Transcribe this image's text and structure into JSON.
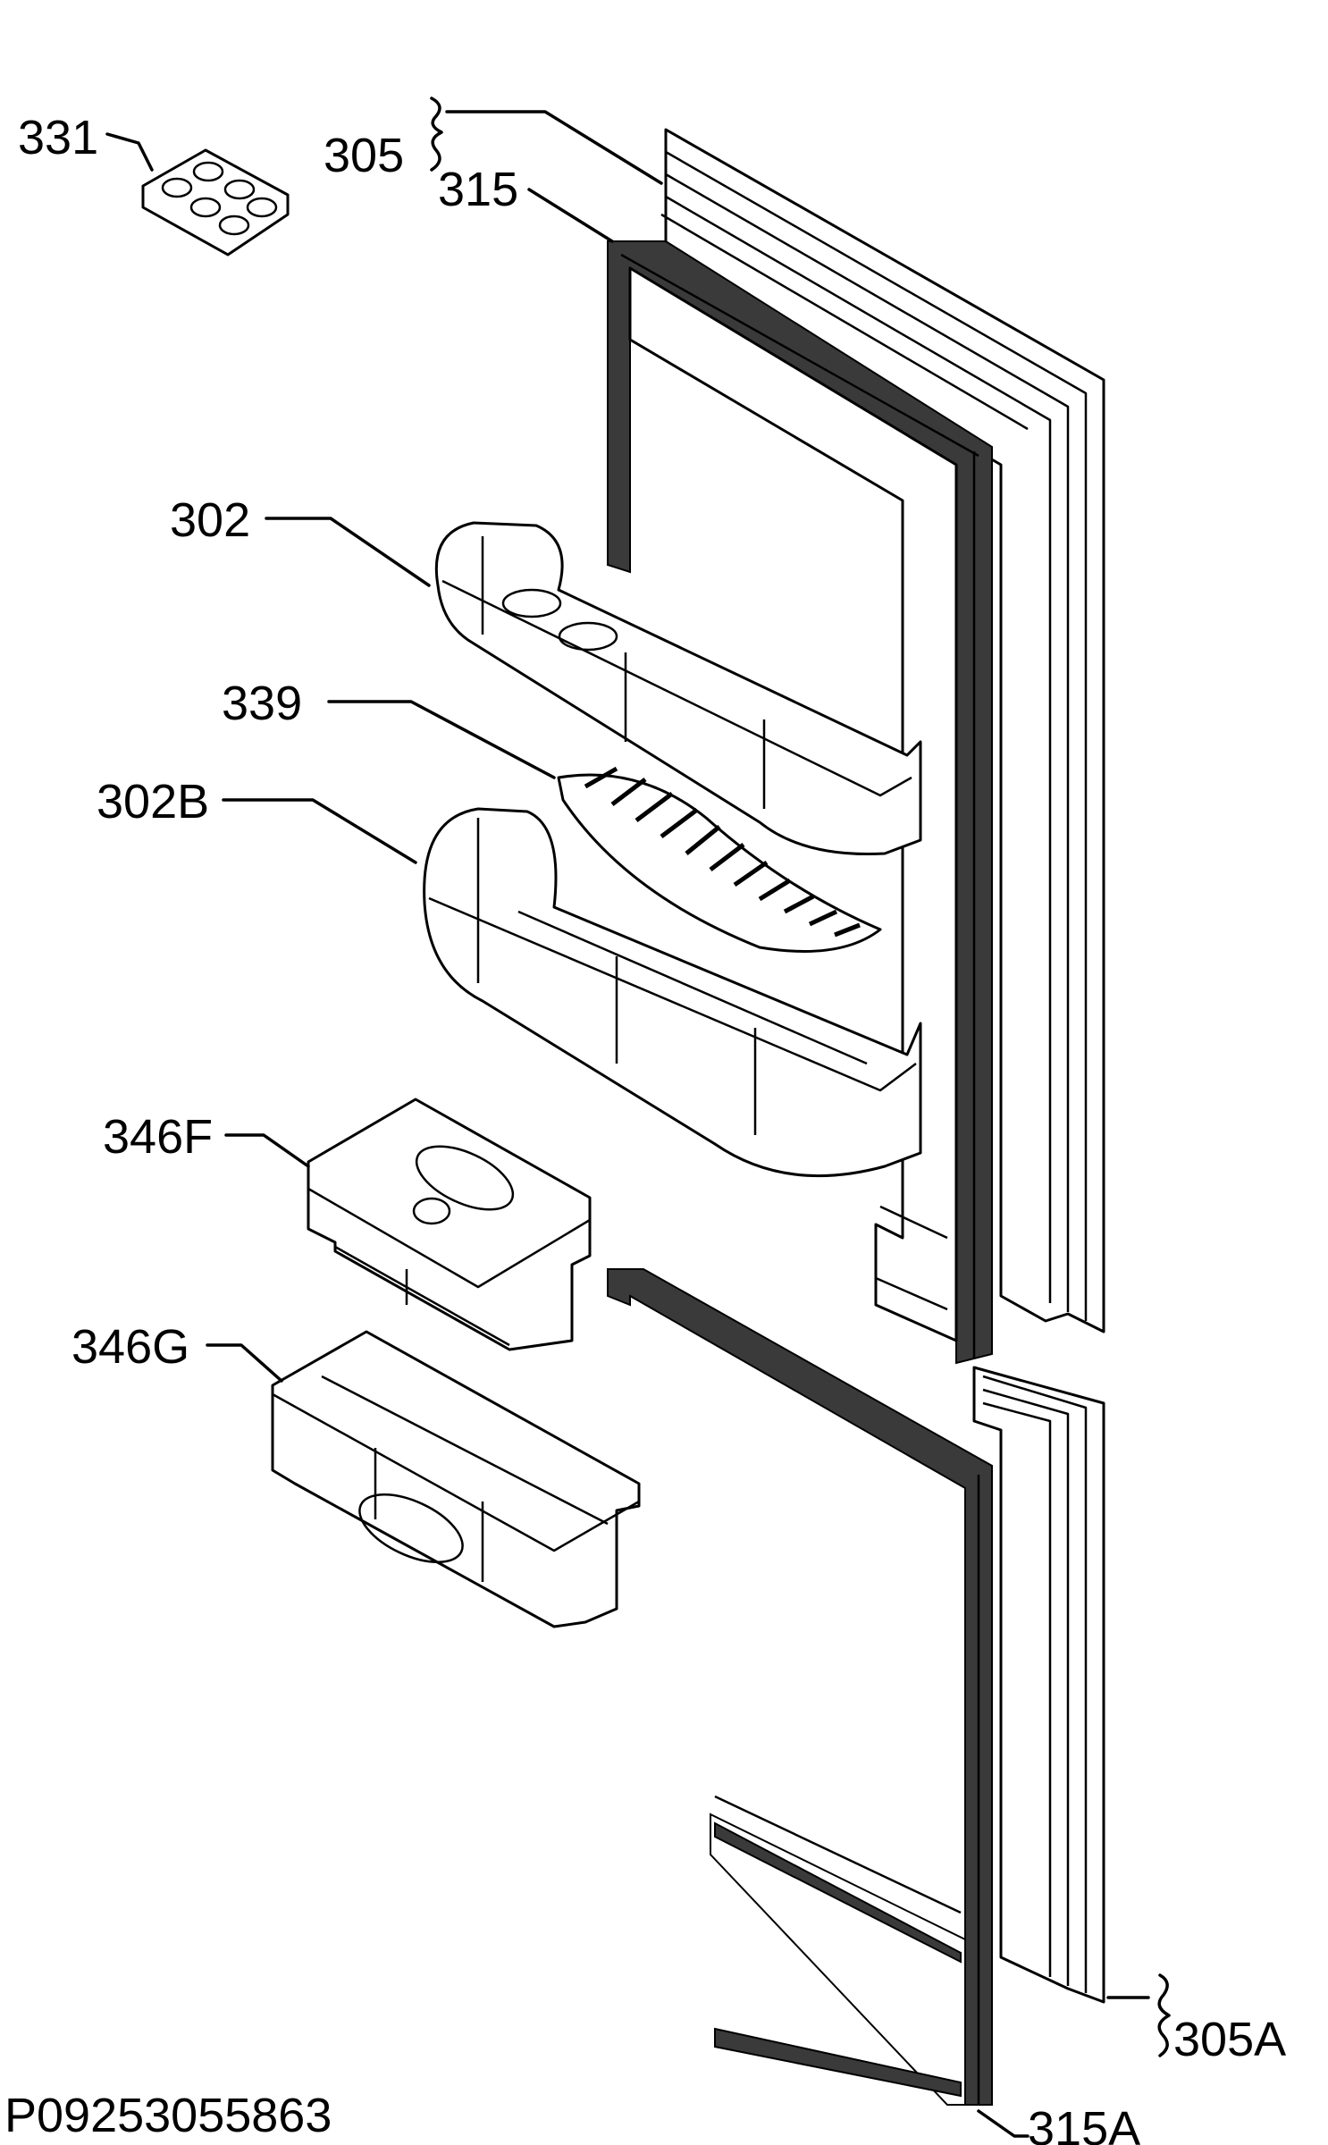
{
  "labels": {
    "p331": "331",
    "p305": "305",
    "p315": "315",
    "p302": "302",
    "p339": "339",
    "p302b": "302B",
    "p346f": "346F",
    "p346g": "346G",
    "p305a": "305A",
    "p315a": "315A"
  },
  "drawing_code": "P09253055863",
  "colors": {
    "line": "#000000",
    "background": "#ffffff",
    "seal": "#3a3a3a"
  }
}
